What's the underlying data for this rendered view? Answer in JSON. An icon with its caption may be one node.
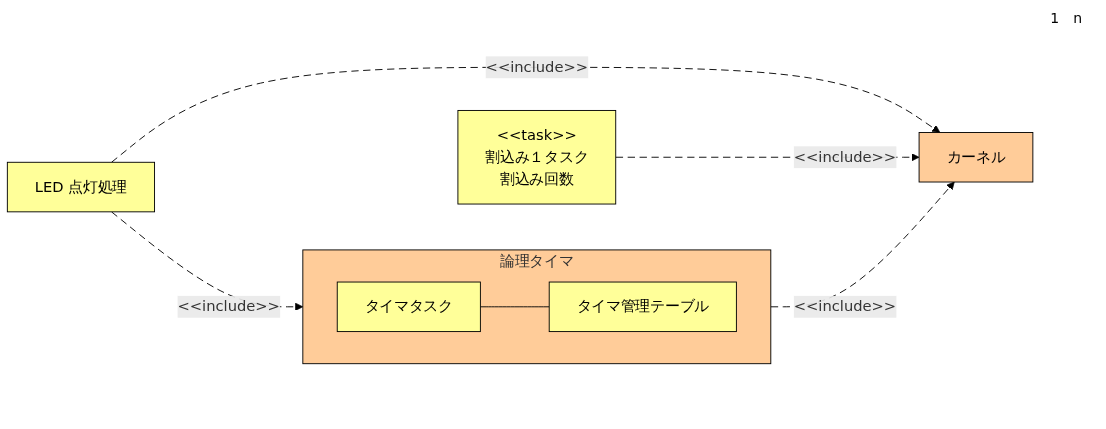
{
  "diagram": {
    "nodes": [
      {
        "text": [
          "LED 点灯処理"
        ]
      },
      {
        "text": [
          "論理タイマ"
        ]
      },
      {
        "text": [
          "タイマタスク"
        ],
        "in": 1
      },
      {
        "text": [
          "タイマ管理テーブル"
        ],
        "in": 1
      },
      {
        "text": [
          "カーネル"
        ]
      },
      {
        "text": [
          "<<task>>",
          "割込み１タスク",
          "割込み回数"
        ]
      }
    ],
    "edges": [
      {
        "from": 0,
        "to": 1,
        "arrow": "to",
        "label": "<<include>>",
        "style": "dashed"
      },
      {
        "from": 0,
        "to": 4,
        "arrow": "to",
        "label": "<<include>>",
        "style": "dashed"
      },
      {
        "from": 1,
        "to": 4,
        "arrow": "to",
        "label": "<<include>>",
        "style": "dashed"
      },
      {
        "from": 2,
        "to": 3,
        "arrow": "none"
      },
      {
        "from": 5,
        "to": 4,
        "arrow": "to",
        "label": "<<include>>",
        "style": "dashed"
      }
    ],
    "labels": [
      "1",
      "n"
    ]
  }
}
